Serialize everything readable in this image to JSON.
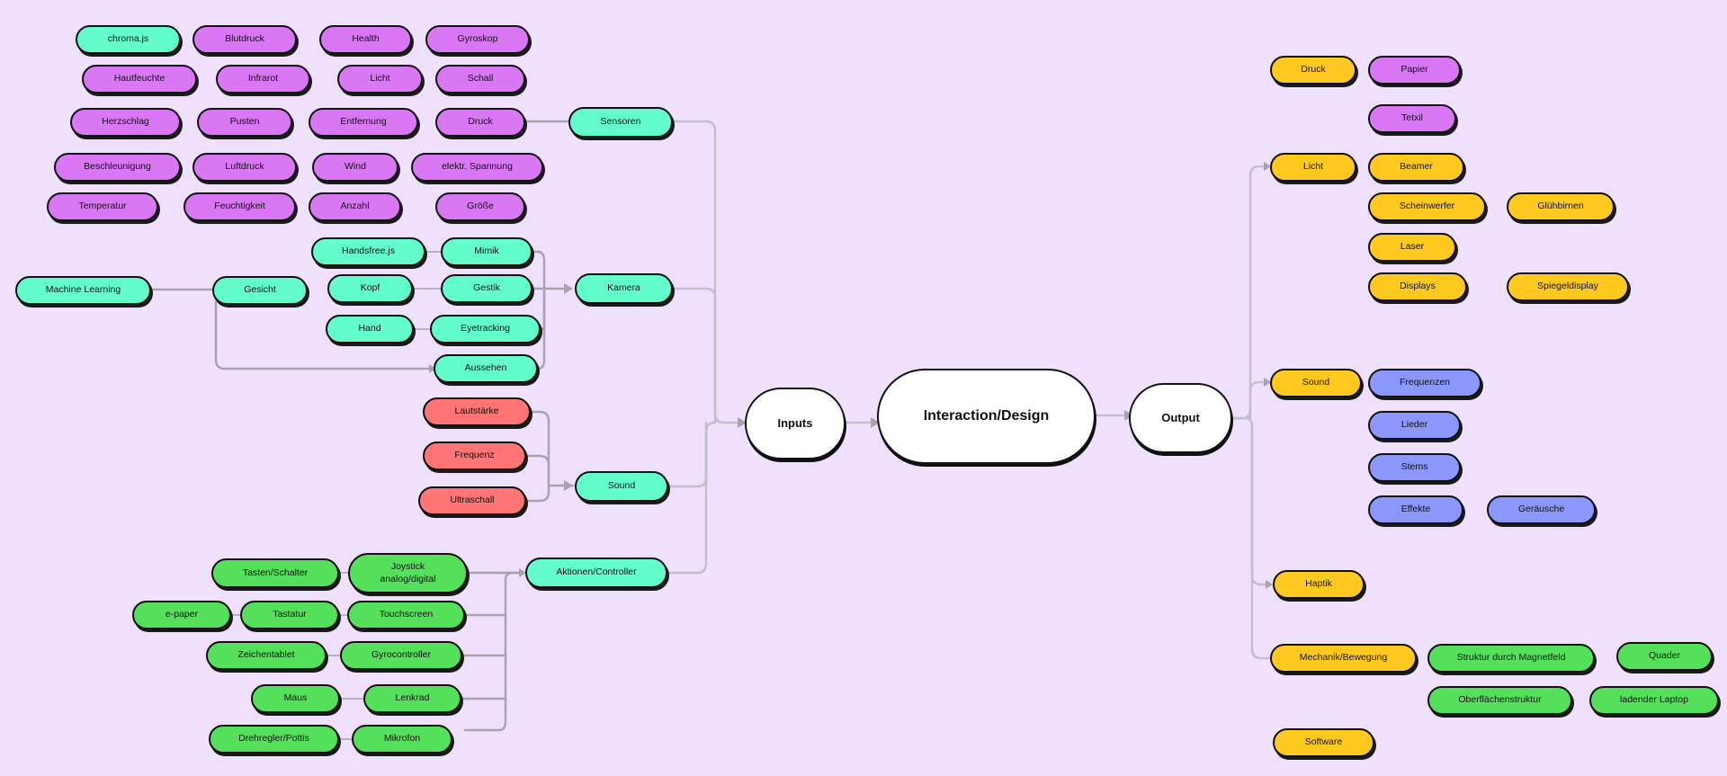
{
  "colors": {
    "background": "#EFE1FE",
    "teal": "#63FDCB",
    "purple": "#DA77F5",
    "red": "#FF7474",
    "green": "#54E05A",
    "yellow": "#FFC91F",
    "blue": "#8B97FA",
    "edge": "#BFB8C6",
    "edge_dark": "#A09BA6"
  },
  "center": {
    "inputs": "Inputs",
    "main": "Interaction/Design",
    "output": "Output"
  },
  "inputs": {
    "sensoren": {
      "label": "Sensoren",
      "items": [
        "chroma.js",
        "Blutdruck",
        "Health",
        "Gyroskop",
        "Hautfeuchte",
        "Infrarot",
        "Licht",
        "Schall",
        "Herzschlag",
        "Pusten",
        "Entfernung",
        "Druck",
        "Beschleunigung",
        "Luftdruck",
        "Wind",
        "elektr. Spannung",
        "Temperatur",
        "Feuchtigkeit",
        "Anzahl",
        "Größe"
      ]
    },
    "kamera": {
      "label": "Kamera",
      "machine_learning": "Machine Learning",
      "gesicht": "Gesicht",
      "left": [
        "Handsfree.js",
        "Kopf",
        "Hand"
      ],
      "right": [
        "Mimik",
        "Gestik",
        "Eyetracking",
        "Aussehen"
      ]
    },
    "sound": {
      "label": "Sound",
      "items": [
        "Lautstärke",
        "Frequenz",
        "Ultraschall"
      ]
    },
    "aktionen": {
      "label": "Aktionen/Controller",
      "left": [
        "Tasten/Schalter",
        "e-paper",
        "Tastatur",
        "Zeichentablet",
        "Maus",
        "Drehregler/Pottis"
      ],
      "right": [
        "Joystick\nanalog/digital",
        "Touchscreen",
        "Gyrocontroller",
        "Lenkrad",
        "Mikrofon"
      ]
    }
  },
  "outputs": {
    "druck": {
      "label": "Druck",
      "items": [
        "Papier",
        "Tetxil"
      ]
    },
    "licht": {
      "label": "Licht",
      "items": [
        "Beamer",
        "Scheinwerfer",
        "Glühbirnen",
        "Laser",
        "Displays",
        "Spiegeldisplay"
      ]
    },
    "sound": {
      "label": "Sound",
      "items": [
        "Frequenzen",
        "Lieder",
        "Stems",
        "Effekte",
        "Geräusche"
      ]
    },
    "haptik": {
      "label": "Haptik"
    },
    "mechanik": {
      "label": "Mechanik/Bewegung",
      "items": [
        "Struktur durch Magnetfeld",
        "Quader",
        "Oberflächenstruktur",
        "ladender Laptop"
      ]
    },
    "software": {
      "label": "Software"
    }
  }
}
